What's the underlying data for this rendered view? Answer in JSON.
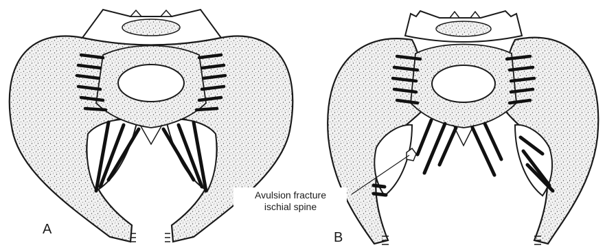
{
  "figure": {
    "panels": [
      {
        "id": "A",
        "label": "A"
      },
      {
        "id": "B",
        "label": "B"
      }
    ],
    "annotation": {
      "line1": "Avulsion fracture",
      "line2": "ischial spine"
    }
  }
}
